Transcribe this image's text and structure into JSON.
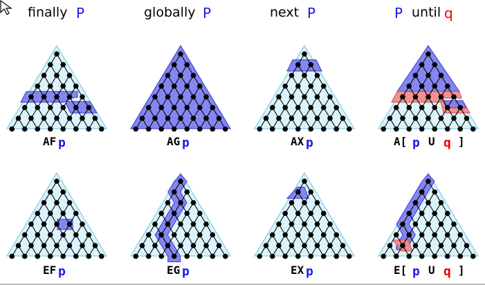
{
  "columns": [
    {
      "word_parts": [
        "finally",
        "P"
      ]
    },
    {
      "word_parts": [
        "globally",
        "P"
      ]
    },
    {
      "word_parts": [
        "next",
        "P"
      ]
    },
    {
      "word_parts": [
        "P",
        "until",
        "q"
      ]
    }
  ],
  "formulas": [
    {
      "id": "AF",
      "text": "AF",
      "args": [
        "p"
      ]
    },
    {
      "id": "AG",
      "text": "AG",
      "args": [
        "p"
      ]
    },
    {
      "id": "AX",
      "text": "AX",
      "args": [
        "p"
      ]
    },
    {
      "id": "AU",
      "text": "A[",
      "args": [
        "p",
        "U",
        "q"
      ],
      "close": "]"
    },
    {
      "id": "EF",
      "text": "EF",
      "args": [
        "p"
      ]
    },
    {
      "id": "EG",
      "text": "EG",
      "args": [
        "p"
      ]
    },
    {
      "id": "EX",
      "text": "EX",
      "args": [
        "p"
      ]
    },
    {
      "id": "EU",
      "text": "E[",
      "args": [
        "p",
        "U",
        "q"
      ],
      "close": "]"
    }
  ],
  "colors": {
    "tree_fill": "#dcf3fb",
    "tree_edge": "#87cfe8",
    "p_region": "#7f7ff0",
    "q_region": "#f48a8a",
    "node": "#000000",
    "p_text": "#1a1ae6",
    "q_text": "#e60000",
    "word_text": "#000000"
  },
  "cursor_icon": "arrow-cursor-icon"
}
